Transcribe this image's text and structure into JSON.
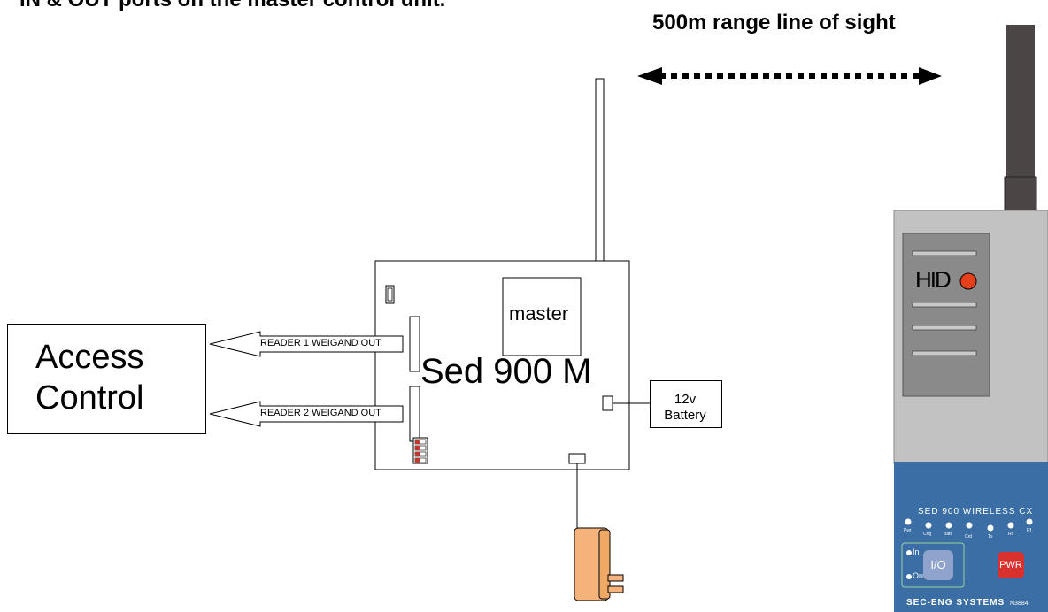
{
  "heading": "IN & OUT ports on the master control unit.",
  "range_label": "500m range line of sight",
  "access_control": {
    "line1": "Access",
    "line2": "Control"
  },
  "controller": {
    "name": "Sed 900 M",
    "chip_label": "master",
    "reader1_label": "READER 1 WEIGAND OUT",
    "reader2_label": "READER 2 WEIGAND OUT"
  },
  "battery": {
    "line1": "12v",
    "line2": "Battery"
  },
  "handheld": {
    "brand_logo": "HID",
    "panel_title": "SED 900 WIRELESS CX",
    "leds": [
      "Pwr",
      "Chg",
      "Batt",
      "Crd",
      "Tx",
      "Rx",
      "Rf"
    ],
    "in_label": "In",
    "out_label": "Out",
    "io_button": "I/O",
    "pwr_button": "PWR",
    "maker": "SEC-ENG SYSTEMS",
    "model": "N3884"
  },
  "colors": {
    "panel_blue": "#3a6ea5",
    "antenna_dark": "#4b4545",
    "housing_gray": "#c2c2c2",
    "window_gray": "#8a8a8a",
    "logo_red": "#e3401b",
    "plug_orange": "#f5b27a"
  }
}
